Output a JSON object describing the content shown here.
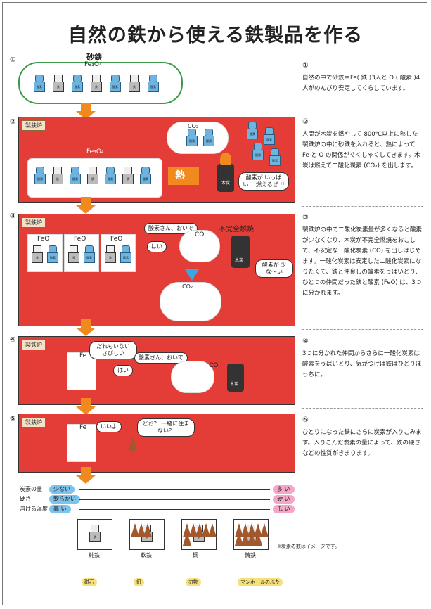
{
  "title": "自然の鉄から使える鉄製品を作る",
  "steps": [
    {
      "num": "①",
      "tag": "",
      "labels": {
        "sand_iron": "砂鉄",
        "formula": "Fe₃O₄"
      },
      "desc": "自然の中で砂鉄＝Fe( 鉄 )3人と O ( 酸素 )4人がのんびり安定してくらしています。"
    },
    {
      "num": "②",
      "tag": "製鉄炉",
      "labels": {
        "formula": "Fe₃O₄",
        "heat": "熱",
        "co2": "CO₂",
        "charcoal": "木炭",
        "speech": "酸素が いっぱい！ 燃えるぜ !!"
      },
      "desc": "人間が木炭を燃やして 800℃以上に熱した製鉄炉の中に砂鉄を入れると、熱によって Fe と O の関係がぐくしゃくしてきます。木炭は燃えて二酸化炭素 (CO₂) を出します。"
    },
    {
      "num": "③",
      "tag": "製鉄炉",
      "labels": {
        "feo1": "FeO",
        "feo2": "FeO",
        "feo3": "FeO",
        "call": "酸素さん、おいで",
        "co": "CO",
        "yes": "はい",
        "incomplete": "不完全燃焼",
        "low_o": "酸素が 少な～い",
        "co2": "CO₂",
        "charcoal": "木炭"
      },
      "desc": "製鉄炉の中で二酸化炭素量が多くなると酸素が少なくなり、木炭が不完全燃焼をおこして、不安定な一酸化炭素 (CO) を出しはじめます。一酸化炭素は安定した二酸化炭素になりたくて、鉄と仲良しの酸素をうばいとり、ひとつの仲間だった鉄と酸素 (FeO) は、3つに分かれます。"
    },
    {
      "num": "④",
      "tag": "製鉄炉",
      "labels": {
        "fe": "Fe",
        "lonely": "だれもいない さびしい",
        "call": "酸素さん、おいで",
        "yes": "はい",
        "co": "CO",
        "charcoal": "木炭"
      },
      "desc": "3つに分かれた仲間からさらに一酸化炭素は酸素をうばいとり、気がつけば鉄はひとりぼっちに。"
    },
    {
      "num": "⑤",
      "tag": "製鉄炉",
      "labels": {
        "fe": "Fe",
        "ok": "いいよ",
        "invite": "どお？ 一緒に住まない？"
      },
      "desc": "ひとりになった鉄にさらに炭素が入りこみます。入りこんだ炭素の量によって、鉄の硬さなどの性質がきまります。"
    }
  ],
  "scale": [
    {
      "label": "炭素の量",
      "left": "少ない",
      "right": "多 い"
    },
    {
      "label": "硬さ",
      "left": "軟らかい",
      "right": "硬 い"
    },
    {
      "label": "溶ける温度",
      "left": "高 い",
      "right": "低 い"
    }
  ],
  "note": "※炭素の数はイメージです。",
  "products": [
    {
      "name": "純鉄",
      "example": "磁石",
      "carbon": 0
    },
    {
      "name": "軟鉄",
      "example": "釘",
      "carbon": 3
    },
    {
      "name": "鋼",
      "example": "刃物",
      "carbon": 6
    },
    {
      "name": "鋳鉄",
      "example": "マンホールのふた",
      "carbon": 9
    }
  ],
  "robot_labels": {
    "oxygen": "酸素",
    "iron": "鉄"
  },
  "colors": {
    "panel": "#e43c36",
    "arrow": "#f08a1e",
    "oxygen": "#6fb4df",
    "carbon": "#a2582c",
    "blue_pill": "#7cc4ee",
    "pink_pill": "#f4a6c8"
  }
}
